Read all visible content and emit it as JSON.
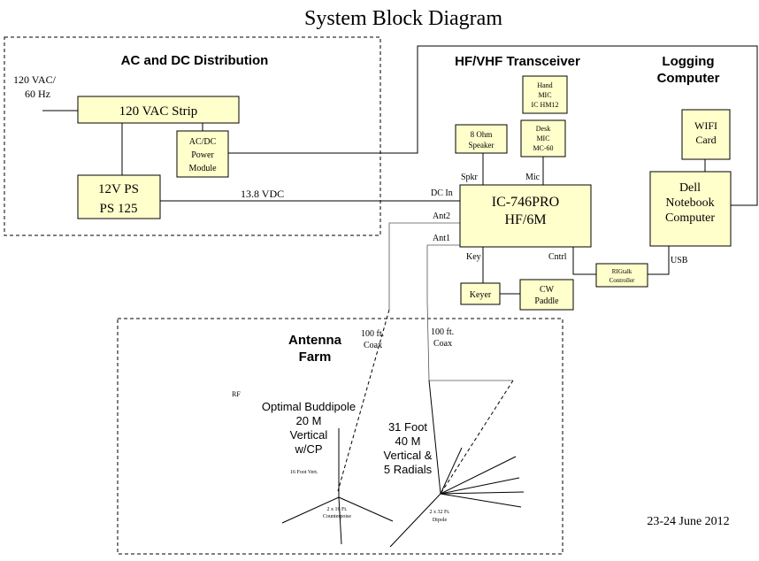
{
  "title": "System Block Diagram",
  "date": "23-24 June 2012",
  "groups": {
    "distribution": "AC and DC Distribution",
    "transceiver": "HF/VHF Transceiver",
    "logging": [
      "Logging",
      "Computer"
    ],
    "antenna_farm": [
      "Antenna",
      "Farm"
    ]
  },
  "labels": {
    "mains": [
      "120 VAC/",
      "60 Hz"
    ],
    "vdc": "13.8 VDC",
    "coax_left": [
      "100 ft.",
      "Coax"
    ],
    "coax_right": [
      "100 ft.",
      "Coax"
    ],
    "usb": "USB",
    "rf": "RF"
  },
  "blocks": {
    "vac_strip": [
      "120 VAC Strip"
    ],
    "acdc_module": [
      "AC/DC",
      "Power",
      "Module"
    ],
    "ps125": [
      "12V PS",
      "PS 125"
    ],
    "hand_mic": [
      "Hand",
      "MIC",
      "IC HM12"
    ],
    "speaker": [
      "8 Ohm",
      "Speaker"
    ],
    "desk_mic": [
      "Desk",
      "MIC",
      "MC-60"
    ],
    "radio": [
      "IC-746PRO",
      "HF/6M"
    ],
    "keyer": [
      "Keyer"
    ],
    "paddle": [
      "CW",
      "Paddle"
    ],
    "rigtalk": [
      "RIGtalk",
      "Controller"
    ],
    "wifi": [
      "WIFI",
      "Card"
    ],
    "notebook": [
      "Dell",
      "Notebook",
      "Computer"
    ]
  },
  "ports": {
    "spkr": "Spkr",
    "mic": "Mic",
    "dc_in": "DC In",
    "ant2": "Ant2",
    "ant1": "Ant1",
    "key": "Key",
    "cntrl": "Cntrl"
  },
  "antennas": {
    "buddipole": [
      "Optimal Buddipole",
      "20 M",
      "Vertical",
      "w/CP"
    ],
    "buddipole_vert": "16 Foot   Vert.",
    "buddipole_cp": [
      "2 x 16 Ft.",
      "Counterpoise"
    ],
    "vertical": [
      "31 Foot",
      "40 M",
      "Vertical &",
      "5 Radials"
    ],
    "vertical_dipole": [
      "2 x 32 Ft.",
      "Dipole"
    ]
  }
}
